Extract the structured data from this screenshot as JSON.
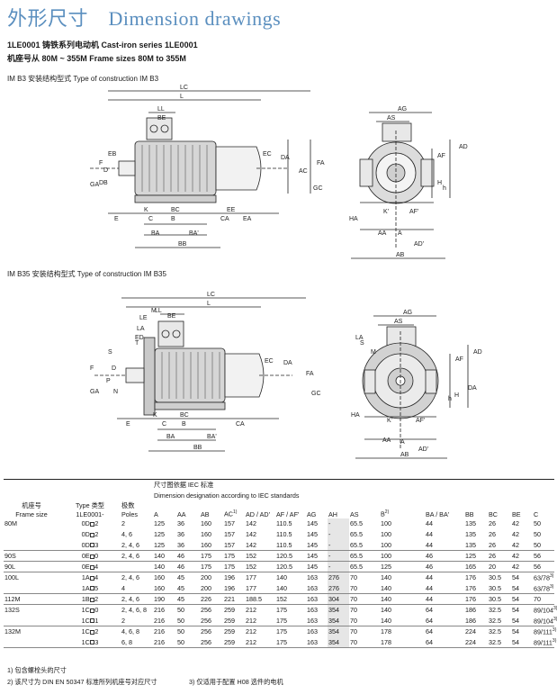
{
  "header": {
    "title": "外形尺寸　Dimension drawings",
    "line1": "1LE0001 铸铁系列电动机  Cast-iron series 1LE0001",
    "line2": "机座号从 80M ~ 355M  Frame sizes 80M to 355M"
  },
  "sections": {
    "b3_label": "IM B3 安装结构型式  Type of construction IM B3",
    "b35_label": "IM B35 安装结构型式  Type of construction IM B35"
  },
  "drawing_labels": {
    "b3_side": [
      "LC",
      "L",
      "LL",
      "BE",
      "EB",
      "D",
      "DB",
      "F",
      "GA",
      "E",
      "B",
      "BC",
      "K",
      "C",
      "CA",
      "EE",
      "EA",
      "EC",
      "DA",
      "AC",
      "FA",
      "GC",
      "BA",
      "BA'",
      "BB"
    ],
    "b3_front": [
      "AG",
      "AS",
      "AF",
      "AD",
      "H",
      "HA",
      "AA",
      "K'",
      "AF'",
      "A",
      "AD'",
      "AB",
      "h"
    ],
    "b35_side": [
      "LC",
      "L",
      "LL",
      "LE",
      "BE",
      "ED",
      "D",
      "P",
      "N",
      "F",
      "GA",
      "E",
      "B",
      "BC",
      "K",
      "C",
      "CA",
      "EC",
      "DA",
      "FA",
      "GC",
      "BA",
      "BA'",
      "BB",
      "T",
      "M",
      "S",
      "LA"
    ],
    "b35_front": [
      "AG",
      "AS",
      "S",
      "M",
      "AF",
      "AD",
      "H",
      "HA",
      "AA",
      "K'",
      "AF'",
      "A",
      "AD'",
      "AB",
      "h",
      "LA",
      "DA"
    ]
  },
  "table": {
    "header_top": "尺寸图依据 IEC 标准",
    "header_sub": "Dimension designation according to IEC  standards",
    "col_frame": [
      "机座号",
      "Frame size"
    ],
    "col_type": [
      "Type 类型",
      "1LE0001-"
    ],
    "col_poles": [
      "极数",
      "Poles"
    ],
    "columns": [
      "A",
      "AA",
      "AB",
      "AC",
      "AD / AD'",
      "AF / AF'",
      "AG",
      "AH",
      "AS",
      "B",
      "BA / BA'",
      "BB",
      "BC",
      "BE",
      "C"
    ],
    "column_sups": {
      "AC": "1)",
      "B": "2)"
    },
    "groups": [
      {
        "frame": "80M",
        "rows": [
          {
            "type": "0D",
            "digit": "2",
            "poles": "2",
            "vals": [
              "125",
              "36",
              "160",
              "157",
              "142",
              "110.5",
              "145",
              "-",
              "65.5",
              "100",
              "44",
              "135",
              "26",
              "42",
              "50"
            ]
          },
          {
            "type": "0D",
            "digit": "2",
            "poles": "4, 6",
            "vals": [
              "125",
              "36",
              "160",
              "157",
              "142",
              "110.5",
              "145",
              "-",
              "65.5",
              "100",
              "44",
              "135",
              "26",
              "42",
              "50"
            ]
          },
          {
            "type": "0D",
            "digit": "3",
            "poles": "2, 4, 6",
            "vals": [
              "125",
              "36",
              "160",
              "157",
              "142",
              "110.5",
              "145",
              "-",
              "65.5",
              "100",
              "44",
              "135",
              "26",
              "42",
              "50"
            ]
          }
        ]
      },
      {
        "frame": "90S",
        "rows": [
          {
            "type": "0E",
            "digit": "0",
            "poles": "2, 4, 6",
            "vals": [
              "140",
              "46",
              "175",
              "175",
              "152",
              "120.5",
              "145",
              "-",
              "65.5",
              "100",
              "46",
              "125",
              "26",
              "42",
              "56"
            ]
          }
        ]
      },
      {
        "frame": "90L",
        "rows": [
          {
            "type": "0E",
            "digit": "4",
            "poles": "",
            "vals": [
              "140",
              "46",
              "175",
              "175",
              "152",
              "120.5",
              "145",
              "-",
              "65.5",
              "125",
              "46",
              "165",
              "20",
              "42",
              "56"
            ]
          }
        ]
      },
      {
        "frame": "100L",
        "rows": [
          {
            "type": "1A",
            "digit": "4",
            "poles": "2, 4, 6",
            "vals": [
              "160",
              "45",
              "200",
              "196",
              "177",
              "140",
              "163",
              "276",
              "70",
              "140",
              "44",
              "176",
              "30.5",
              "54",
              "63/78"
            ],
            "last_sup": "3)"
          },
          {
            "type": "1A",
            "digit": "5",
            "poles": "4",
            "vals": [
              "160",
              "45",
              "200",
              "196",
              "177",
              "140",
              "163",
              "276",
              "70",
              "140",
              "44",
              "176",
              "30.5",
              "54",
              "63/78"
            ],
            "last_sup": "3)"
          }
        ]
      },
      {
        "frame": "112M",
        "rows": [
          {
            "type": "1B",
            "digit": "2",
            "poles": "2, 4, 6",
            "vals": [
              "190",
              "45",
              "226",
              "221",
              "188.5",
              "152",
              "163",
              "304",
              "70",
              "140",
              "44",
              "176",
              "30.5",
              "54",
              "70"
            ]
          }
        ]
      },
      {
        "frame": "132S",
        "rows": [
          {
            "type": "1C",
            "digit": "0",
            "poles": "2, 4, 6, 8",
            "vals": [
              "216",
              "50",
              "256",
              "259",
              "212",
              "175",
              "163",
              "354",
              "70",
              "140",
              "64",
              "186",
              "32.5",
              "54",
              "89/104"
            ],
            "last_sup": "3)"
          },
          {
            "type": "1C",
            "digit": "1",
            "poles": "2",
            "vals": [
              "216",
              "50",
              "256",
              "259",
              "212",
              "175",
              "163",
              "354",
              "70",
              "140",
              "64",
              "186",
              "32.5",
              "54",
              "89/104"
            ],
            "last_sup": "3)"
          }
        ]
      },
      {
        "frame": "132M",
        "rows": [
          {
            "type": "1C",
            "digit": "2",
            "poles": "4, 6, 8",
            "vals": [
              "216",
              "50",
              "256",
              "259",
              "212",
              "175",
              "163",
              "354",
              "70",
              "178",
              "64",
              "224",
              "32.5",
              "54",
              "89/111"
            ],
            "last_sup": "3)"
          },
          {
            "type": "1C",
            "digit": "3",
            "poles": "6, 8",
            "vals": [
              "216",
              "50",
              "256",
              "259",
              "212",
              "175",
              "163",
              "354",
              "70",
              "178",
              "64",
              "224",
              "32.5",
              "54",
              "89/111"
            ],
            "last_sup": "3)"
          }
        ]
      }
    ]
  },
  "footnotes": {
    "n1": "1) 包含螺栓头的尺寸",
    "n2": "2) 该尺寸为 DIN EN 50347 标准所列机座号对应尺寸",
    "n3": "3) 仅适用于配置 H08 选件的电机"
  }
}
